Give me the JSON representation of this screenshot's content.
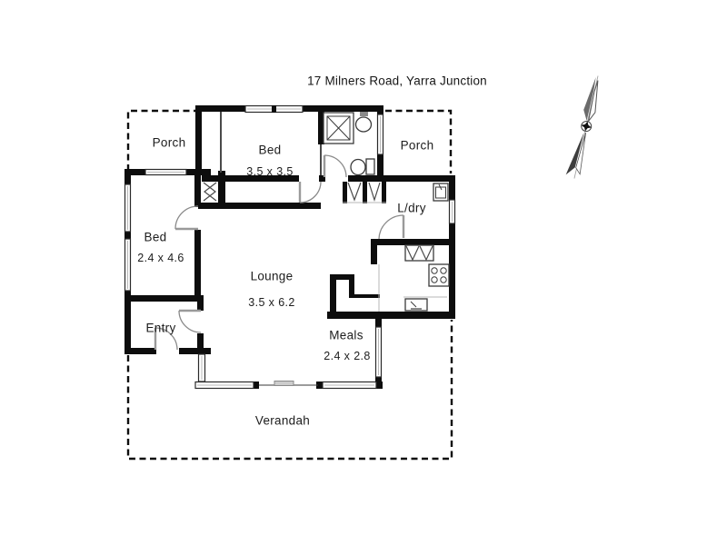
{
  "title": "17 Milners Road, Yarra Junction",
  "rooms": [
    {
      "id": "porch-left",
      "name": "Porch"
    },
    {
      "id": "bed-front",
      "name": "Bed",
      "dims": "3.5 x 3.5"
    },
    {
      "id": "porch-right",
      "name": "Porch"
    },
    {
      "id": "laundry",
      "name": "L/dry"
    },
    {
      "id": "bed-side",
      "name": "Bed",
      "dims": "2.4 x 4.6"
    },
    {
      "id": "lounge",
      "name": "Lounge",
      "dims": "3.5 x 6.2"
    },
    {
      "id": "entry",
      "name": "Entry"
    },
    {
      "id": "meals",
      "name": "Meals",
      "dims": "2.4 x 2.8"
    },
    {
      "id": "verandah",
      "name": "Verandah"
    }
  ],
  "fixtures": [
    "shower",
    "wash-basin",
    "toilet",
    "laundry-trough",
    "pantry-bifold-cupboard",
    "stove-cooktop",
    "kitchen-sink",
    "wardrobe-bifold",
    "sliding-door",
    "north-compass"
  ],
  "colors": {
    "wall": "#0d0d0d",
    "background": "#ffffff",
    "door-arc": "#8a8a8a",
    "window-frame": "#2a2a2a"
  }
}
